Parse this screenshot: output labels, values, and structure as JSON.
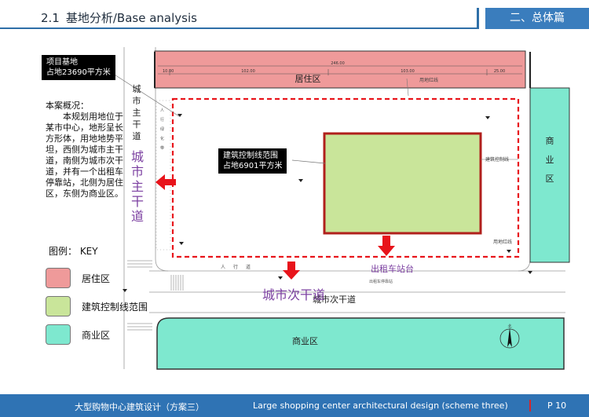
{
  "header": {
    "section_number": "2.1",
    "title": "基地分析/Base analysis",
    "tab": "二、总体篇"
  },
  "footer": {
    "title_cn": "大型购物中心建筑设计（方案三）",
    "title_en": "Large shopping center architectural design (scheme three)",
    "page": "P 10"
  },
  "callouts": {
    "site": [
      "项目基地",
      "占地23690平方米"
    ],
    "control": [
      "建筑控制线范围",
      "占地6901平方米"
    ]
  },
  "intro": {
    "heading": "本案概况：",
    "body": "本规划用地位于某市中心，地形呈长方形体，用地地势平坦，西侧为城市主干道，南侧为城市次干道，并有一个出租车停靠站，北侧为居住区，东侧为商业区。"
  },
  "key": {
    "label": "图例：  KEY",
    "items": [
      {
        "label": "居住区",
        "color": "#ef9a9a"
      },
      {
        "label": "建筑控制线范围",
        "color": "#c9e59a"
      },
      {
        "label": "商业区",
        "color": "#7ee8cf"
      }
    ]
  },
  "map": {
    "north_residential": "居住区",
    "east_commercial": "商业区",
    "south_commercial": "商业区",
    "main_road_small": "城市主干道",
    "main_road_big": "城市主干道",
    "secondary_road_big": "城市次干道",
    "secondary_road_small": "城市次干道",
    "taxi_stand": "出租车站台",
    "taxi_stand_small": "出租车停靠站",
    "property_line": "用地红线",
    "control_line": "建筑控制线",
    "sidewalk": "人行道",
    "green_strip": "人行绿化带",
    "north_sign": "北",
    "dimensions": [
      "246.00",
      "10.00",
      "102.00",
      "103.00",
      "25.00"
    ],
    "colors": {
      "residential": "#ef9a9a",
      "control": "#c9e59a",
      "commercial": "#7ee8cf",
      "redline": "#e8141b",
      "arrow": "#e8141b"
    }
  }
}
